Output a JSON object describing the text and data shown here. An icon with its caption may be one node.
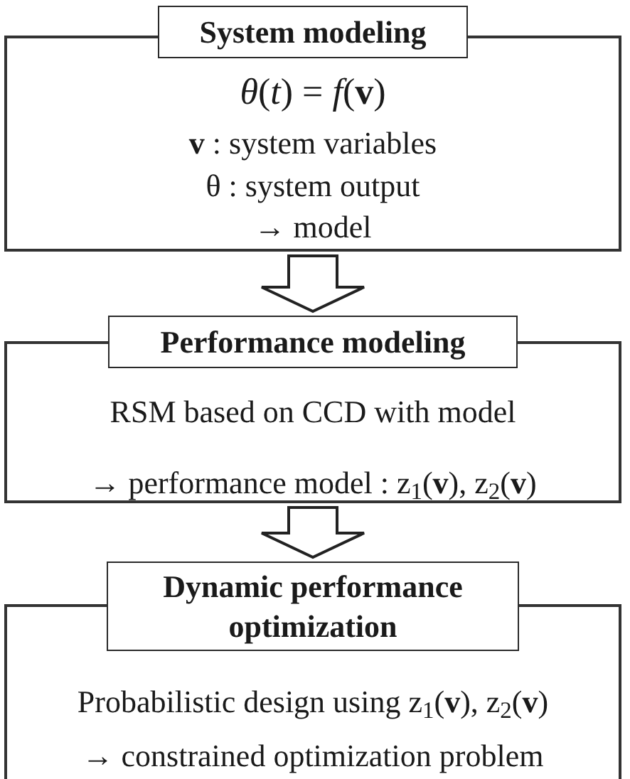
{
  "diagram": {
    "nodes": [
      {
        "text": [
          "System modeling"
        ]
      },
      {
        "text": [
          "*θ*(*t*) = *f*(**v**)",
          "**v** : system variables",
          "θ : system output",
          "→ model"
        ]
      },
      {
        "text": [
          "Performance modeling"
        ]
      },
      {
        "text": [
          "RSM based on CCD with model",
          "→ performance model : z$_{1}$(**v**), z$_{2}$(**v**)"
        ]
      },
      {
        "text": [
          "Dynamic performance optimization"
        ]
      },
      {
        "text": [
          "Probabilistic design using z$_{1}$(**v**), z$_{2}$(**v**)",
          "→ constrained optimization problem"
        ]
      }
    ],
    "edges": [
      {
        "from": 1,
        "to": 2,
        "arrow": "to"
      },
      {
        "from": 3,
        "to": 4,
        "arrow": "to"
      }
    ]
  }
}
